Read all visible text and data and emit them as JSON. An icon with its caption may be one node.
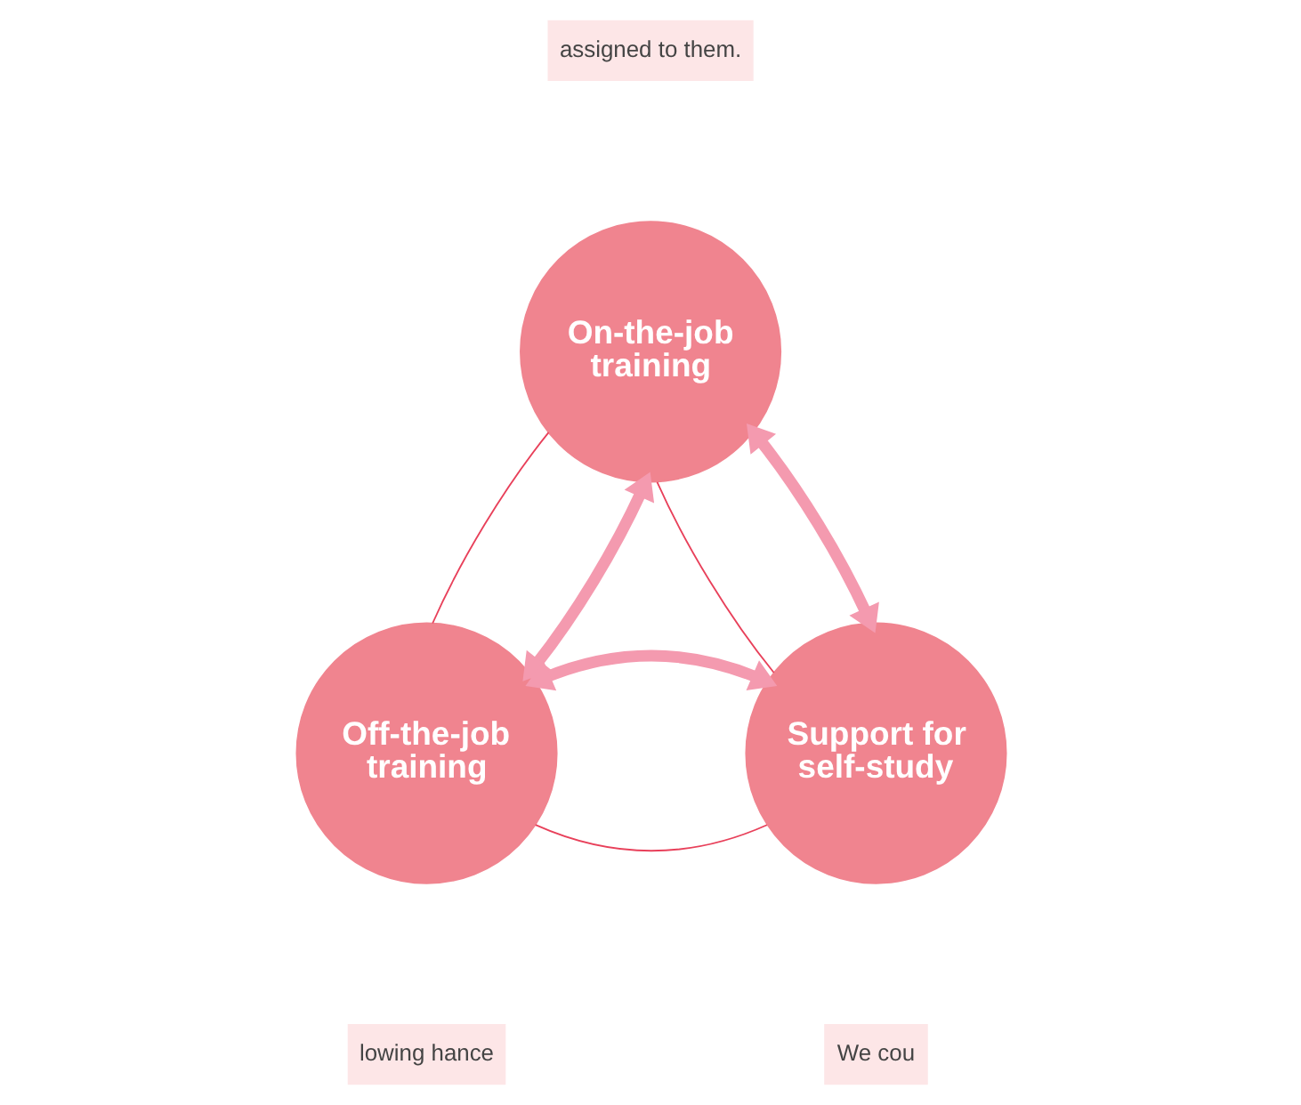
{
  "diagram": {
    "nodes": [
      {
        "text": [
          "On-the-job training"
        ]
      },
      {
        "text": [
          "Off-the-job training"
        ]
      },
      {
        "text": [
          "Support for self-study"
        ]
      }
    ],
    "edges": [
      {
        "from": 0,
        "to": 1,
        "arrow": "none",
        "color": "#e8405a"
      },
      {
        "from": 0,
        "to": 2,
        "arrow": "none",
        "color": "#e8405a"
      },
      {
        "from": 1,
        "to": 2,
        "arrow": "none",
        "color": "#e8405a"
      },
      {
        "from": 0,
        "to": 1,
        "arrow": "both",
        "style": "thick"
      },
      {
        "from": 0,
        "to": 2,
        "arrow": "both",
        "style": "thick"
      },
      {
        "from": 1,
        "to": 2,
        "arrow": "both",
        "style": "thick"
      }
    ],
    "labels": [
      "assigned to them.",
      "lowing hance",
      "We cou"
    ]
  }
}
